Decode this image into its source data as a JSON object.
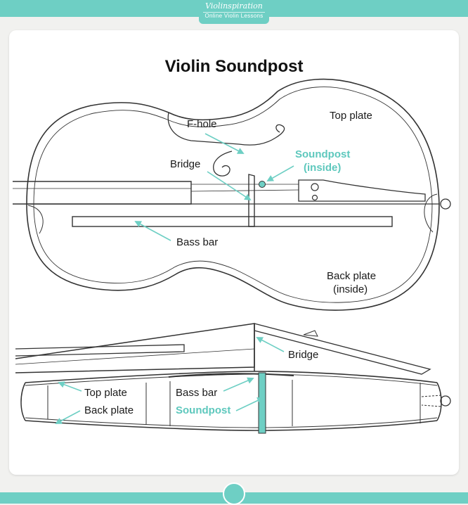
{
  "header": {
    "brand_name": "Violinspiration",
    "brand_tagline": "Online Violin Lessons"
  },
  "diagram": {
    "title": "Violin Soundpost",
    "top_view": {
      "fhole": "F-hole",
      "top_plate": "Top plate",
      "bridge": "Bridge",
      "soundpost_1": "Soundpost",
      "soundpost_2": "(inside)",
      "bass_bar": "Bass bar",
      "back_plate_1": "Back plate",
      "back_plate_2": "(inside)"
    },
    "side_view": {
      "bridge": "Bridge",
      "top_plate": "Top plate",
      "back_plate": "Back plate",
      "bass_bar": "Bass bar",
      "soundpost": "Soundpost"
    },
    "colors": {
      "accent": "#6ecfc4",
      "label_accent": "#5ec8bd",
      "line": "#333333"
    }
  }
}
